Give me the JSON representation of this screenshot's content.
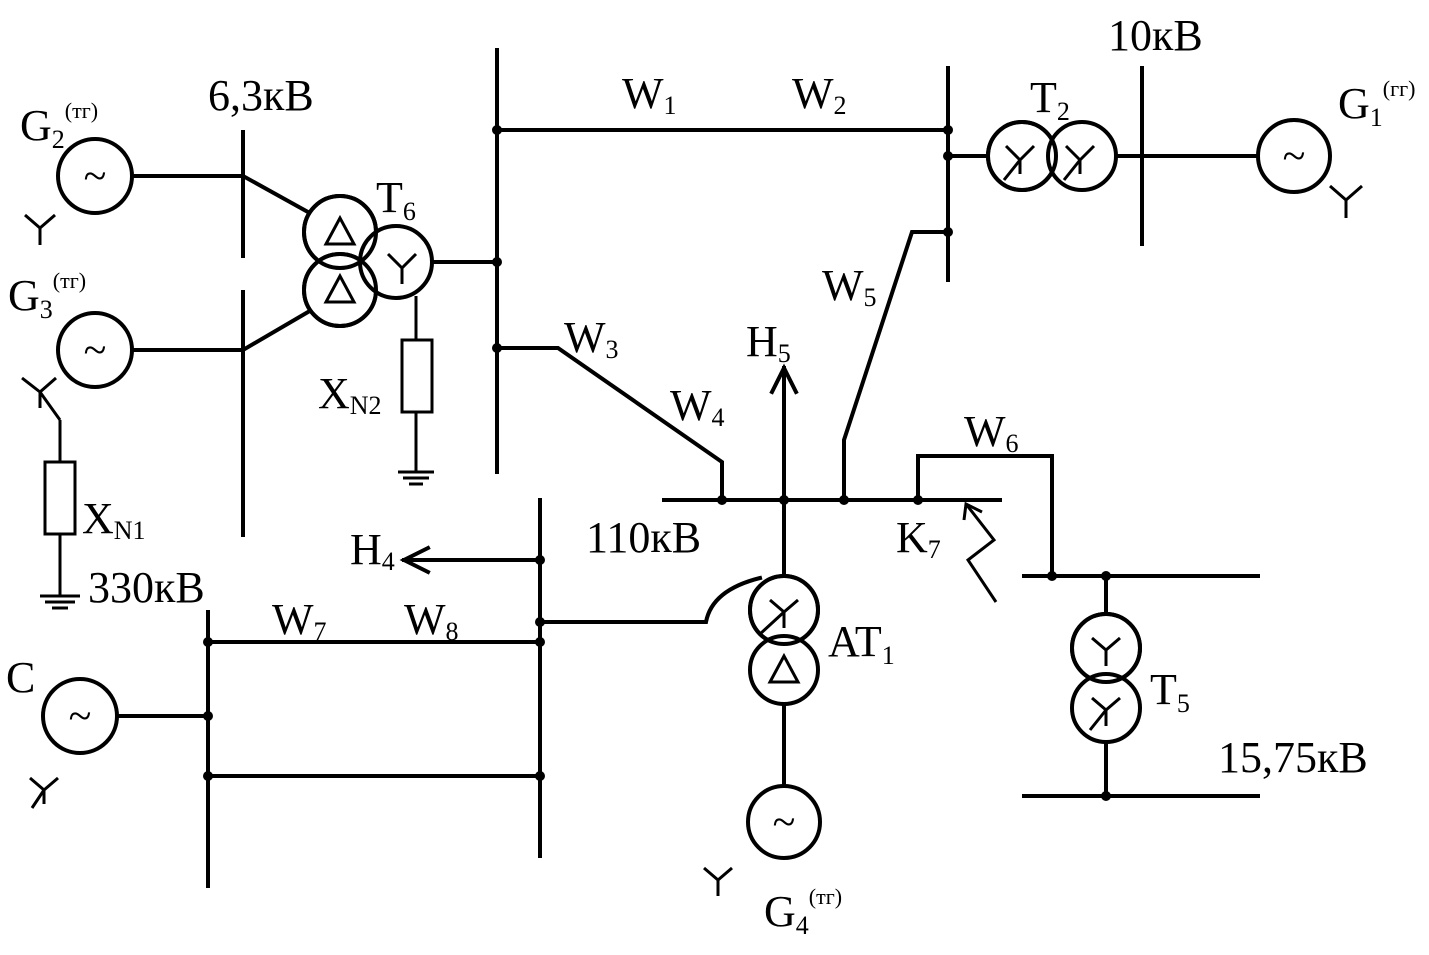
{
  "voltages": {
    "v63": "6,3кВ",
    "v10": "10кВ",
    "v110": "110кВ",
    "v330": "330кВ",
    "v1575": "15,75кВ"
  },
  "generators": {
    "g2": {
      "letter": "G",
      "index": "2",
      "type": "(тг)"
    },
    "g3": {
      "letter": "G",
      "index": "3",
      "type": "(тг)"
    },
    "g1": {
      "letter": "G",
      "index": "1",
      "type": "(гг)"
    },
    "g4": {
      "letter": "G",
      "index": "4",
      "type": "(тг)"
    },
    "system": {
      "letter": "C"
    }
  },
  "transformers": {
    "t6": {
      "letter": "T",
      "index": "6"
    },
    "t2": {
      "letter": "T",
      "index": "2"
    },
    "t5": {
      "letter": "T",
      "index": "5"
    },
    "at1": {
      "letter": "AT",
      "index": "1"
    }
  },
  "lines": {
    "w1": {
      "letter": "W",
      "index": "1"
    },
    "w2": {
      "letter": "W",
      "index": "2"
    },
    "w3": {
      "letter": "W",
      "index": "3"
    },
    "w4": {
      "letter": "W",
      "index": "4"
    },
    "w5": {
      "letter": "W",
      "index": "5"
    },
    "w6": {
      "letter": "W",
      "index": "6"
    },
    "w7": {
      "letter": "W",
      "index": "7"
    },
    "w8": {
      "letter": "W",
      "index": "8"
    }
  },
  "loads": {
    "h4": {
      "letter": "H",
      "index": "4"
    },
    "h5": {
      "letter": "H",
      "index": "5"
    }
  },
  "reactors": {
    "xn1": {
      "letter": "X",
      "index": "N1"
    },
    "xn2": {
      "letter": "X",
      "index": "N2"
    }
  },
  "fault": {
    "letter": "K",
    "index": "7"
  },
  "symbols": {
    "ac": "~"
  }
}
